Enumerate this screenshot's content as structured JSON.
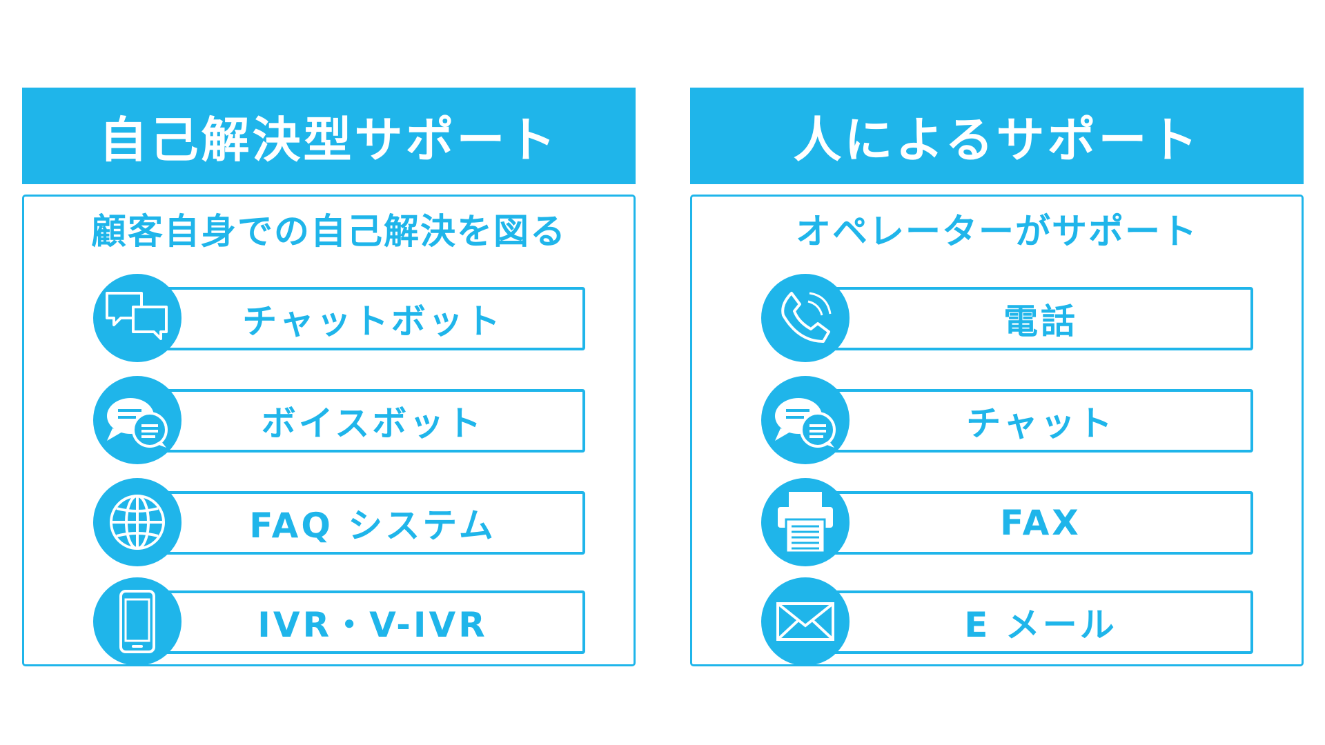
{
  "left_panel": {
    "title": "自己解決型サポート",
    "subtitle": "顧客自身での自己解決を図る",
    "items": [
      {
        "label": "チャットボット",
        "icon": "chat-bubbles-icon"
      },
      {
        "label": "ボイスボット",
        "icon": "speech-bubbles-icon"
      },
      {
        "label": "FAQ システム",
        "icon": "globe-icon"
      },
      {
        "label": "IVR・V-IVR",
        "icon": "smartphone-icon"
      }
    ]
  },
  "right_panel": {
    "title": "人によるサポート",
    "subtitle": "オペレーターがサポート",
    "items": [
      {
        "label": "電話",
        "icon": "phone-icon"
      },
      {
        "label": "チャット",
        "icon": "speech-bubbles-icon"
      },
      {
        "label": "FAX",
        "icon": "fax-icon"
      },
      {
        "label": "E メール",
        "icon": "envelope-icon"
      }
    ]
  },
  "colors": {
    "accent": "#1fb5ea",
    "background": "#ffffff"
  }
}
